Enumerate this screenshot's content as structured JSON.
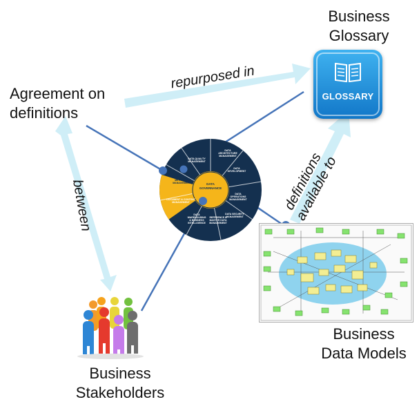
{
  "nodes": {
    "agreement": "Agreement on\ndefinitions",
    "glossary": "Business\nGlossary",
    "data_models": "Business\nData Models",
    "stakeholders": "Business\nStakeholders"
  },
  "edges": {
    "repurposed_in": "repurposed in",
    "between": "between",
    "definitions_available_to": "definitions\navailable to"
  },
  "glossary_icon": {
    "label": "GLOSSARY",
    "name": "book-icon"
  },
  "wheel": {
    "center": "DATA\nGOVERNANCE",
    "segments": [
      "DATA\nARCHITECTURE\nMANAGEMENT",
      "DATA\nDEVELOPMENT",
      "DATA\nOPERATIONS\nMANAGEMENT",
      "DATA SECURITY\nMANAGEMENT",
      "REFERENCE &\nMASTER DATA\nMANAGEMENT",
      "DATA\nWAREHOUSING\n& BUSINESS\nINTELLIGENCE",
      "DOCUMENT & CONTENT\nMANAGEMENT",
      "META DATA\nMANAGEMENT",
      "DATA QUALITY\nMANAGEMENT"
    ]
  },
  "colors": {
    "arrow": "#cfeef7",
    "line": "#4674b8",
    "wheel": "#14304f",
    "wheel_highlight": "#f5b51a",
    "model_ellipse": "#8fd3ee",
    "model_box": "#86e36f"
  }
}
